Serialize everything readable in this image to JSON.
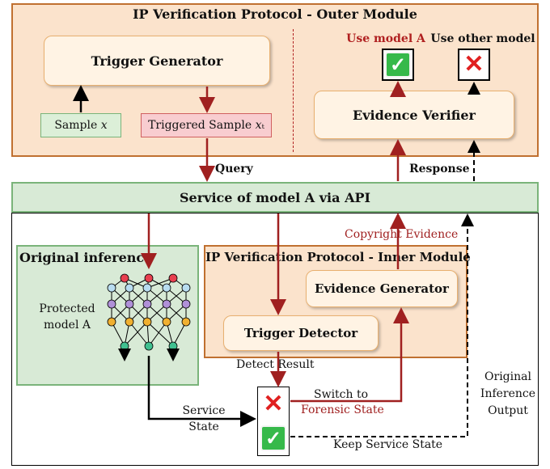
{
  "outer_module": {
    "title": "IP Verification Protocol - Outer Module"
  },
  "trigger_generator": "Trigger Generator",
  "sample": "Sample 𝑥",
  "triggered_sample": "Triggered Sample 𝑥ₜ",
  "evidence_verifier": "Evidence Verifier",
  "use_model_a": "Use model A",
  "use_other_model": "Use other model",
  "query": "Query",
  "response": "Response",
  "api_bar": "Service of model A via API",
  "copyright_evidence": "Copyright  Evidence",
  "original_inference": {
    "title": "Original inference",
    "protected_label": "Protected model A"
  },
  "inner_module": {
    "title": "IP Verification Protocol - Inner Module"
  },
  "evidence_generator": "Evidence Generator",
  "trigger_detector": "Trigger Detector",
  "detect_result": "Detect  Result",
  "service_state": "Service State",
  "switch_to": "Switch to",
  "forensic_state": "Forensic State",
  "keep_service_state": "Keep Service State",
  "original_output": "Original Inference Output",
  "colors": {
    "red_arrow": "#a02020",
    "black_arrow": "#000000",
    "green": "#36b94a",
    "cross": "#e02020"
  },
  "icons": [
    "check-icon",
    "cross-icon",
    "neural-network-icon"
  ]
}
